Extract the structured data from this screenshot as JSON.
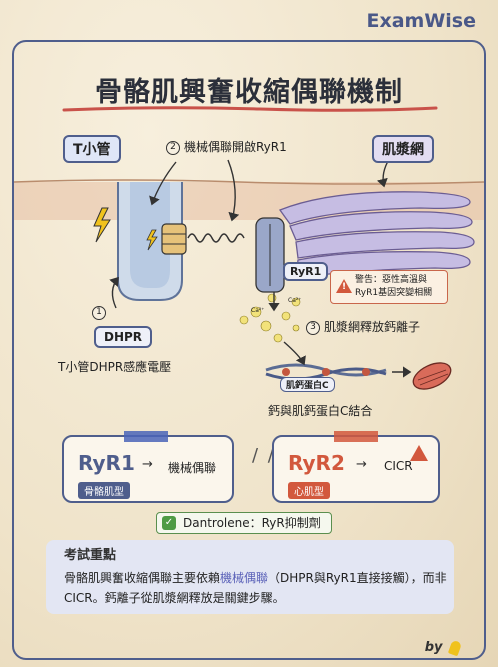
{
  "brand": "ExamWise",
  "title": "骨骼肌興奮收縮偶聯機制",
  "tags": {
    "t_tubule": "T小管",
    "sr": "肌漿網",
    "dhpr": "DHPR",
    "ryr1": "RyR1",
    "troponin": "肌鈣蛋白C"
  },
  "steps": [
    {
      "num": "1",
      "text": "T小管DHPR感應電壓"
    },
    {
      "num": "2",
      "text": "機械偶聯開啟RyR1"
    },
    {
      "num": "3",
      "text": "肌漿網釋放鈣離子"
    }
  ],
  "ca_label": "Ca²⁺",
  "binding_text": "鈣與肌鈣蛋白C結合",
  "warning": {
    "line1": "警告：惡性高溫與",
    "line2": "RyR1基因突變相關"
  },
  "cards": [
    {
      "name": "RyR1",
      "arrow": "→",
      "result": "機械偶聯",
      "tissue": "骨骼肌型",
      "color": "#4f5e8c",
      "tape": "#4a64b8"
    },
    {
      "name": "RyR2",
      "arrow": "→",
      "result": "CICR",
      "tissue": "心肌型",
      "color": "#d2583d",
      "tape": "#d2583d"
    }
  ],
  "divider": "/ /",
  "drug": "Dantrolene：RyR抑制劑",
  "exam": {
    "title": "考試重點",
    "body_part1": "骨骼肌興奮收縮偶聯主要依賴",
    "body_highlight": "機械偶聯",
    "body_part2": "（DHPR與RyR1直接接觸），而非CICR。鈣離子從肌漿網釋放是關鍵步驟。"
  },
  "byline": "by"
}
